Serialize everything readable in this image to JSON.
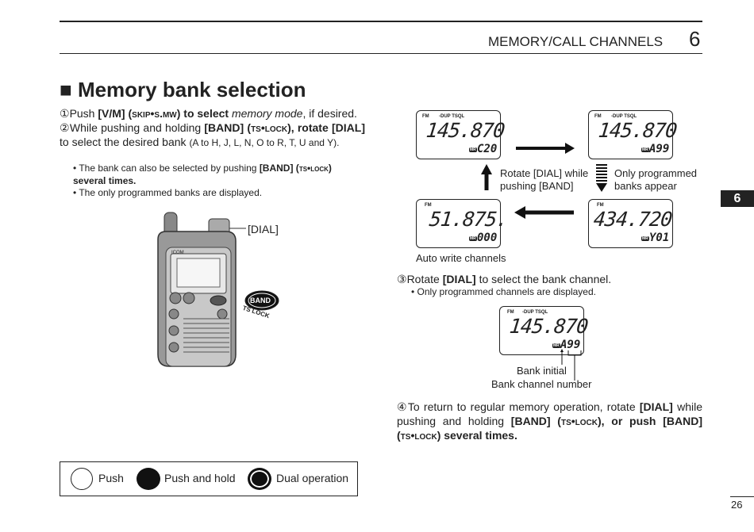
{
  "header": {
    "chapter_title": "MEMORY/CALL CHANNELS",
    "chapter_number": "6",
    "side_tab": "6",
    "page_number": "26"
  },
  "section": {
    "title": "Memory bank selection",
    "step1": {
      "num": "①",
      "a": "Push ",
      "key": "[V/M]",
      "b": " (",
      "sub": "skip•s.mw",
      "c": ") to select ",
      "mode": "memory mode",
      "d": ", if desired."
    },
    "step2": {
      "num": "②",
      "a": "While pushing and holding ",
      "key1": "[BAND]",
      "b": " (",
      "sub": "ts•lock",
      "c": "), rotate ",
      "key2": "[DIAL]",
      "d": " to select the desired bank ",
      "small": "(A to H, J, L, N, O to R, T, U and Y)."
    },
    "bullet1": {
      "a": "• The bank can also be selected by pushing ",
      "key": "[BAND]",
      "b": " (",
      "sub": "ts•lock",
      "c": ") several times."
    },
    "bullet2": "• The only programmed banks are displayed."
  },
  "radio": {
    "dial_label": "[DIAL]",
    "band_label": "BAND",
    "ts_lock_label": "TS LOCK",
    "brand": "ICOM"
  },
  "flow": {
    "display_tl": {
      "ind_fm": "FM",
      "ind_dup": "-DUP TSQL",
      "freq": "145.870",
      "mr": "MR",
      "ch": "C20"
    },
    "display_tr": {
      "ind_fm": "FM",
      "ind_dup": "-DUP TSQL",
      "freq": "145.870",
      "mr": "MR",
      "ch": "A99"
    },
    "display_bl": {
      "ind_fm": "FM",
      "freq": "51.875.",
      "mr": "MR",
      "ch": "000"
    },
    "display_br": {
      "ind_fm": "FM",
      "freq": "434.720",
      "mr": "MR",
      "ch": "Y01"
    },
    "label_rotate": "Rotate [DIAL] while pushing [BAND]",
    "label_only": "Only programmed banks appear",
    "label_auto": "Auto write channels"
  },
  "step3": {
    "num": "③",
    "a": "Rotate ",
    "key": "[DIAL]",
    "b": " to select the bank channel.",
    "bullet": "• Only programmed channels are displayed."
  },
  "display_single": {
    "ind_fm": "FM",
    "ind_dup": "-DUP TSQL",
    "freq": "145.870",
    "mr": "MR",
    "ch": "A99",
    "label_initial": "Bank initial",
    "label_number": "Bank channel number"
  },
  "step4": {
    "num": "④",
    "a": "To return to regular memory operation, rotate ",
    "key1": "[DIAL]",
    "b": " while pushing and holding ",
    "key2": "[BAND]",
    "c": " (",
    "sub1": "ts•lock",
    "d": "), or push ",
    "key3": "[BAND]",
    "e": " (",
    "sub2": "ts•lock",
    "f": ") several times."
  },
  "legend": {
    "push": "Push",
    "push_hold": "Push and hold",
    "dual": "Dual operation"
  }
}
